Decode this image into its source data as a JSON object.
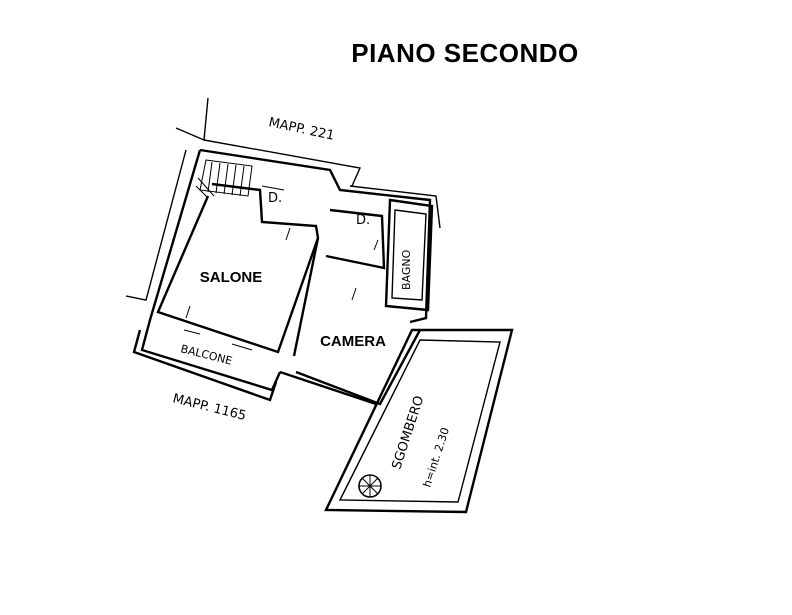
{
  "plan": {
    "title": "PIANO SECONDO",
    "rooms": {
      "salone": "SALONE",
      "camera": "CAMERA",
      "bagno": "BAGNO",
      "balcone": "BALCONE",
      "sgombero": "SGOMBERO",
      "sgombero_height": "h=int. 2.30",
      "disimpegno_1": "D.",
      "disimpegno_2": "D."
    },
    "boundaries": {
      "north": "MAPP. 221",
      "south": "MAPP. 1165"
    },
    "colors": {
      "ink": "#000000",
      "paper": "#ffffff"
    }
  }
}
